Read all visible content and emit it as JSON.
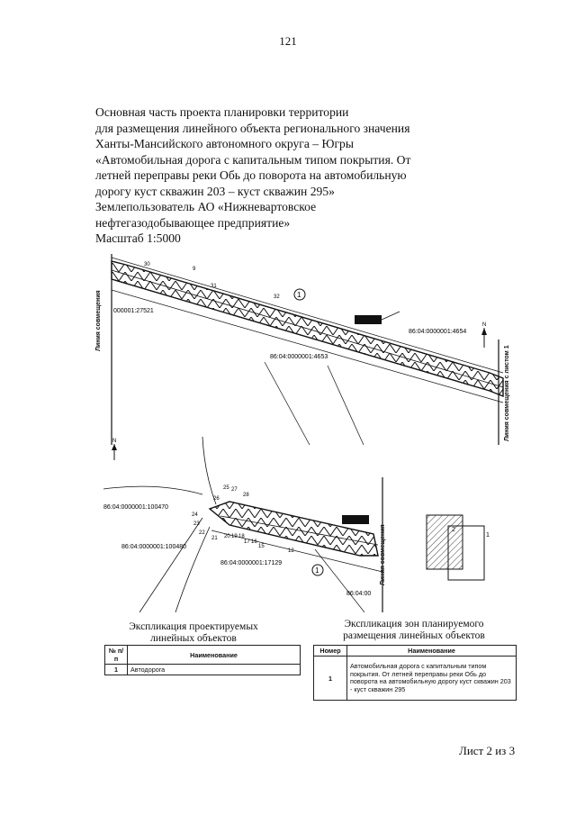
{
  "page_number": "121",
  "heading": {
    "lines": [
      "Основная часть проекта планировки территории",
      "для размещения линейного объекта регионального значения",
      "Ханты-Мансийского автономного округа – Югры",
      "«Автомобильная дорога с капитальным типом покрытия. От",
      "летней переправы реки Обь до поворота на автомобильную",
      "дорогу куст скважин 203 – куст скважин 295»",
      "Землепользователь АО «Нижневартовское",
      "нефтегазодобывающее предприятие»",
      "Масштаб 1:5000"
    ]
  },
  "map_top": {
    "side_left": "Линия совмещения",
    "side_right": "Линия совмещения с листом 1",
    "north": "N",
    "parcel_left": "000001:27521",
    "parcel_a": "86:04:0000001:4654",
    "parcel_b": "86:04:0000001:4653",
    "points": [
      "30",
      "9",
      "31",
      "32"
    ],
    "zone_num": "1"
  },
  "map_bottom": {
    "side_right": "Линия совмещения",
    "north": "N",
    "parcel_1": "86:04:0000001:100470",
    "parcel_2": "86:04:0000001:100480",
    "parcel_3": "86:04:0000001:17129",
    "parcel_4": "86:04:00",
    "points": [
      "25",
      "27",
      "28",
      "26",
      "24",
      "23",
      "22",
      "21",
      "20",
      "19",
      "18",
      "17",
      "16",
      "15",
      "12"
    ],
    "zone_num": "1"
  },
  "inset": {
    "label_1": "1",
    "label_2": "2"
  },
  "table_left": {
    "caption": [
      "Экспликация проектируемых",
      "линейных объектов"
    ],
    "headers": [
      "№ п/п",
      "Наименование"
    ],
    "rows": [
      [
        "1",
        "Автодорога"
      ]
    ]
  },
  "table_right": {
    "caption": [
      "Экспликация зон планируемого",
      "размещения линейных объектов"
    ],
    "headers": [
      "Номер",
      "Наименование"
    ],
    "rows": [
      [
        "1",
        "Автомобильная дорога с капитальным типом покрытия. От летней переправы реки Обь до поворота на автомобильную дорогу куст скважин 203 - куст скважин 295"
      ]
    ]
  },
  "sheet_label": "Лист 2 из 3"
}
